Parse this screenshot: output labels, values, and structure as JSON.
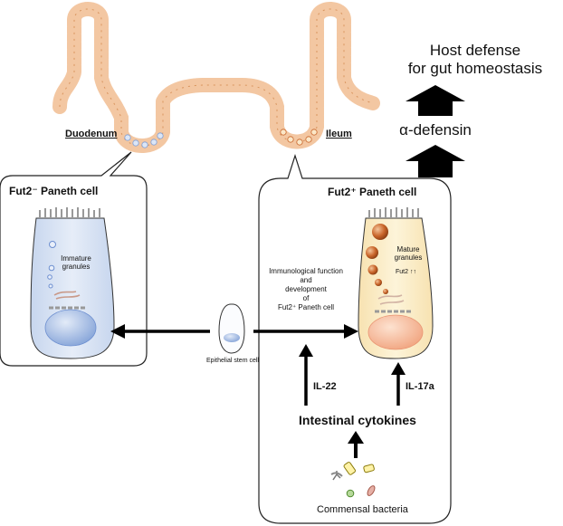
{
  "top_text": {
    "host_defense_line1": "Host defense",
    "host_defense_line2": "for gut homeostasis",
    "alpha_defensin": "α-defensin"
  },
  "region_labels": {
    "duodenum": "Duodenum",
    "ileum": "Ileum"
  },
  "left_panel": {
    "title": "Fut2⁻ Paneth cell",
    "granule_label_line1": "Immature",
    "granule_label_line2": "granules"
  },
  "right_panel": {
    "title": "Fut2⁺ Paneth cell",
    "granule_label_line1": "Mature",
    "granule_label_line2": "granules",
    "fut2_label": "Fut2 ↑↑"
  },
  "middle": {
    "function_line1": "Immunological function",
    "function_line2": "and",
    "function_line3": "development",
    "function_line4": "of",
    "function_line5": "Fut2⁺ Paneth cell",
    "stem_cell_label": "Epithelial stem cell"
  },
  "cytokines": {
    "il22": "IL-22",
    "il17a": "IL-17a",
    "intestinal_cytokines": "Intestinal cytokines",
    "commensal_bacteria": "Commensal bacteria"
  },
  "colors": {
    "villus_fill": "#f6d7bb",
    "villus_stroke": "#d9955f",
    "left_cell_fill": "#dde7f4",
    "right_cell_fill": "#fbefc9",
    "granule_orange": "#c9652a",
    "nucleus_blue": "#8aa9dc",
    "nucleus_peach": "#f3b08e"
  }
}
